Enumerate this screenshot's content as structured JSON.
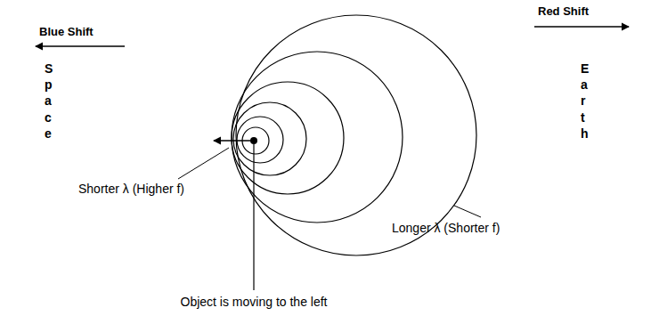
{
  "diagram": {
    "labels": [
      "Blue Shift",
      "Red Shift",
      "Space",
      "Earth",
      "Shorter λ (Higher f)",
      "Longer λ (Shorter f)",
      "Object is moving to the left"
    ]
  }
}
